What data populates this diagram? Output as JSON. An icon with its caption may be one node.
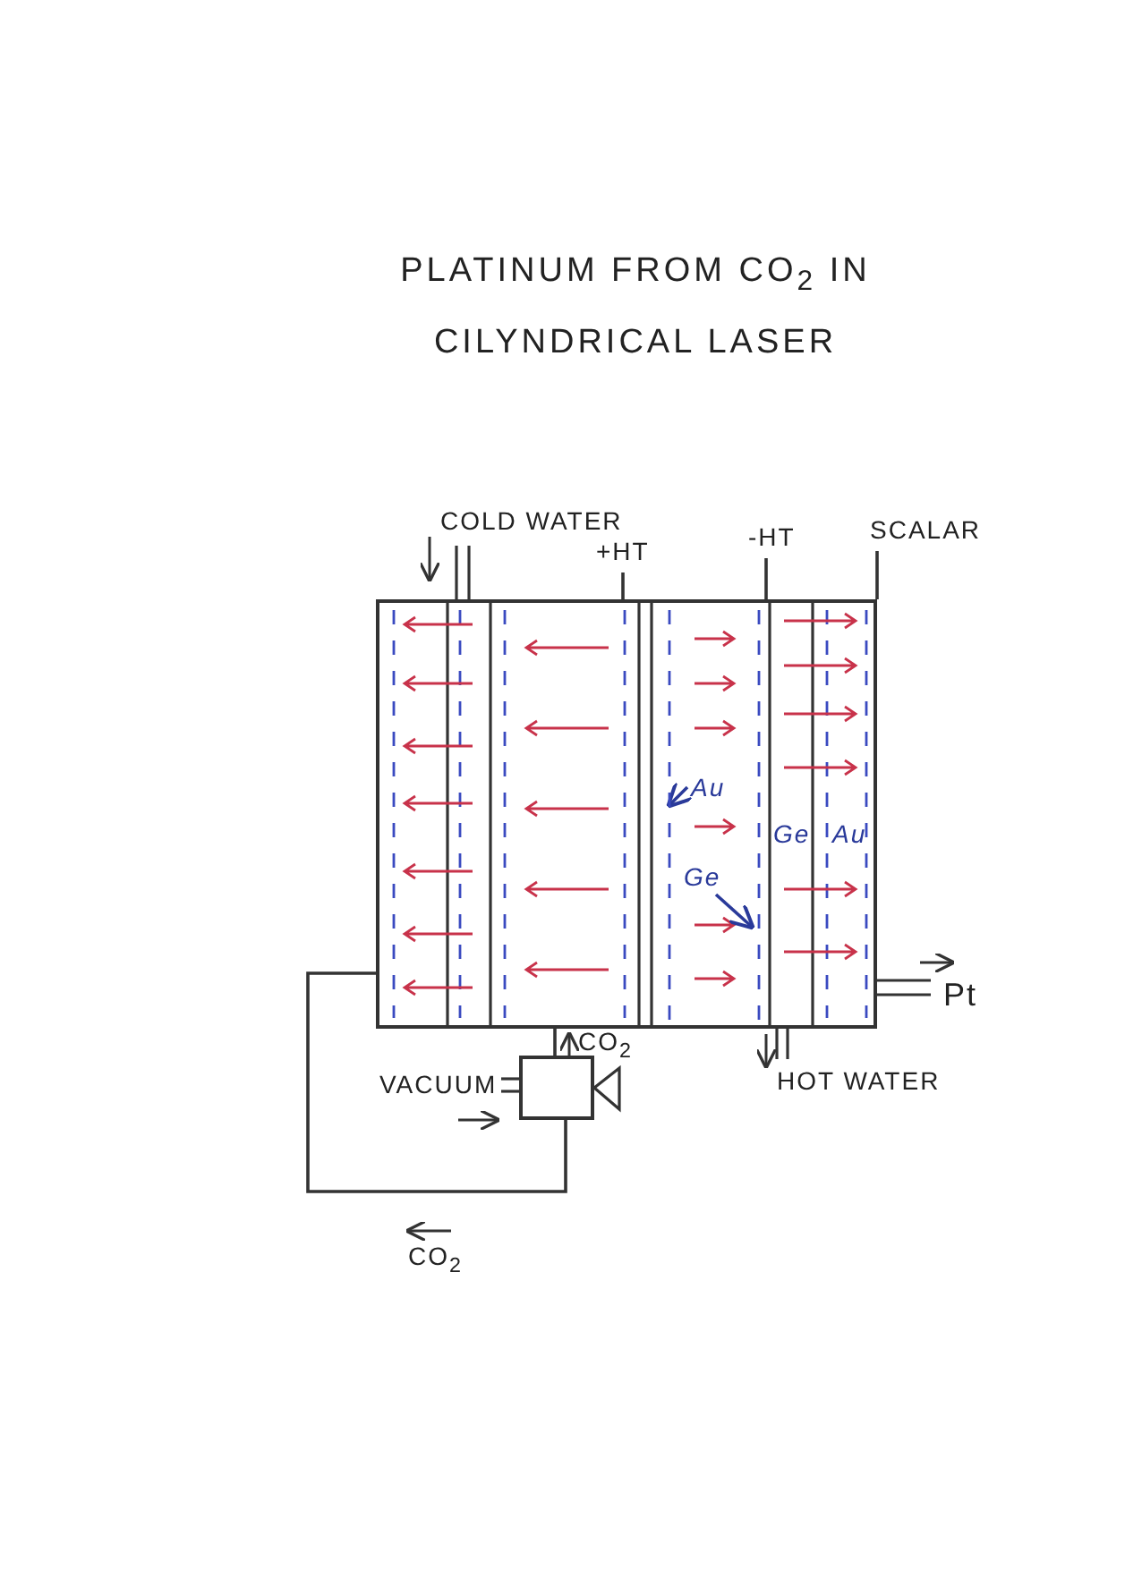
{
  "diagram": {
    "title": "PLATINUM FROM CO$_{2}$ IN CILYNDRICAL LASER",
    "nodes": [
      {
        "text": [],
        "shape": "box"
      },
      {
        "text": [],
        "shape": "box"
      },
      {
        "text": [
          "+HT"
        ]
      },
      {
        "text": [
          "-HT"
        ]
      },
      {
        "text": [
          "SCALAR"
        ]
      },
      {
        "text": [
          "Au"
        ],
        "in": 0
      },
      {
        "text": [
          "Ge"
        ],
        "in": 0
      },
      {
        "text": [],
        "shape": "bar",
        "in": 0
      },
      {
        "text": [],
        "shape": "bar",
        "in": 0
      }
    ],
    "edges": [
      {
        "from": 2,
        "to": 0,
        "arrow": "none"
      },
      {
        "from": 3,
        "to": 0,
        "arrow": "none"
      },
      {
        "from": 4,
        "to": 0,
        "arrow": "none"
      },
      {
        "from": 5,
        "to": 7,
        "arrow": "to",
        "color": "#2a3a9a"
      },
      {
        "from": 6,
        "to": 8,
        "arrow": "to",
        "color": "#2a3a9a"
      },
      {
        "from": 1,
        "to": 0,
        "arrow": "none"
      },
      {
        "from": 0,
        "to": 1,
        "arrow": "none"
      }
    ],
    "labels": [
      "COLD WATER",
      "Ge",
      "Au",
      "Pt",
      "CO$_{2}$",
      "VACUUM",
      "HOT WATER",
      "CO$_{2}$"
    ]
  }
}
